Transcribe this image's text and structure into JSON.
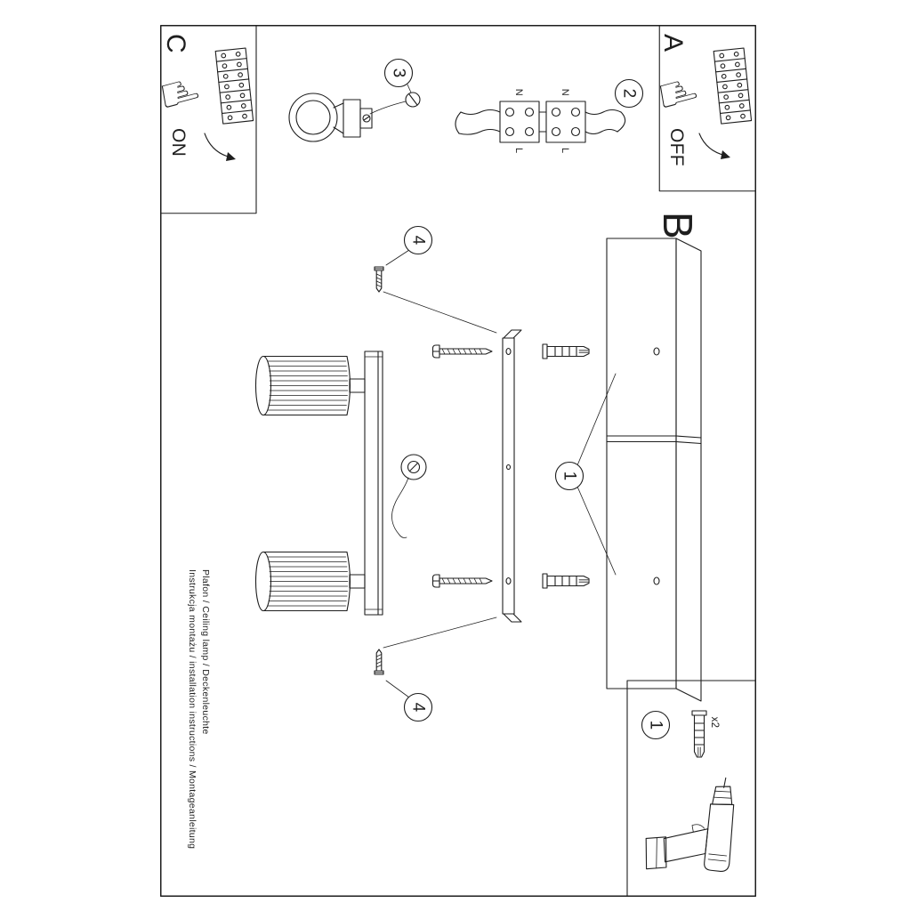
{
  "sheet": {
    "panels": {
      "a": {
        "label": "A",
        "state": "OFF"
      },
      "c": {
        "label": "C",
        "state": "ON"
      },
      "b": {
        "label": "B"
      },
      "kit": {
        "step": "1",
        "plug_qty": "x2"
      }
    },
    "steps": {
      "one": "1",
      "two": "2",
      "three": "3",
      "four": "4"
    },
    "wiring": {
      "neutral": "N",
      "live": "L"
    },
    "footer": {
      "product": "Plafon / Ceiling lamp / Deckenleuchte",
      "title": "Instrukcja montażu / installation instructions / Montageanleitung"
    },
    "icons": {
      "pointing_hand": "☝"
    }
  }
}
